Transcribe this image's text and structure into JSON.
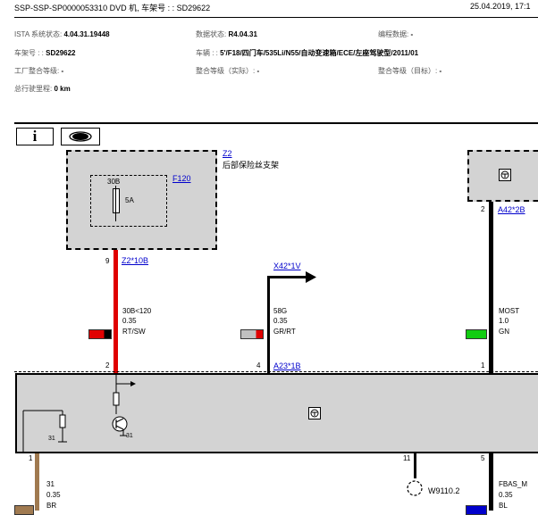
{
  "header": {
    "doc_title": "SSP-SSP-SP0000053310 DVD 机, 车架号 : : SD29622",
    "date": "25.04.2019, 17:1"
  },
  "info": {
    "ista_label": "ISTA 系统状态:",
    "ista_value": "4.04.31.19448",
    "data_label": "数据状态:",
    "data_value": "R4.04.31",
    "prog_label": "编程数据:",
    "prog_value": "-",
    "vin_label": "车架号 : :",
    "vin_value": "SD29622",
    "vehicle_label": "车辆 : :",
    "vehicle_value": "5'/F18/四门车/535Li/N55/自动变速箱/ECE/左座驾驶型/2011/01",
    "factory_label": "工厂整合等级:",
    "factory_value": "-",
    "int_actual_label": "整合等级（实际）:",
    "int_actual_value": "-",
    "int_target_label": "整合等级（目标）:",
    "int_target_value": "-",
    "mileage_label": "总行驶里程:",
    "mileage_value": "0 km"
  },
  "toolbar": {
    "info_label": "i"
  },
  "diagram": {
    "fuse_carrier_id": "Z2",
    "fuse_carrier_name": "后部保险丝支架",
    "fuse_id": "F120",
    "fuse_terminal": "30B",
    "fuse_rating": "5A",
    "pin_z2": "9",
    "conn_z2": "Z2*10B",
    "wire1_name": "30B<120",
    "wire1_size": "0.35",
    "wire1_color": "RT/SW",
    "pin_a23_2": "2",
    "wire2_conn": "X42*1V",
    "wire2_name": "58G",
    "wire2_size": "0.35",
    "wire2_color": "GR/RT",
    "pin_a23_4": "4",
    "conn_a23": "A23*1B",
    "pin_a42": "2",
    "conn_a42": "A42*2B",
    "wire3_name": "MOST",
    "wire3_size": "1.0",
    "wire3_color": "GN",
    "pin_a23_1": "1",
    "ground_label": "31",
    "ground_label2": "31",
    "pin_bottom_left": "1",
    "wire4_name": "31",
    "wire4_size": "0.35",
    "wire4_color": "BR",
    "pin_11": "11",
    "splice_id": "W9110.2",
    "pin_5": "5",
    "wire5_name": "FBAS_M",
    "wire5_size": "0.35",
    "wire5_color": "BL"
  }
}
